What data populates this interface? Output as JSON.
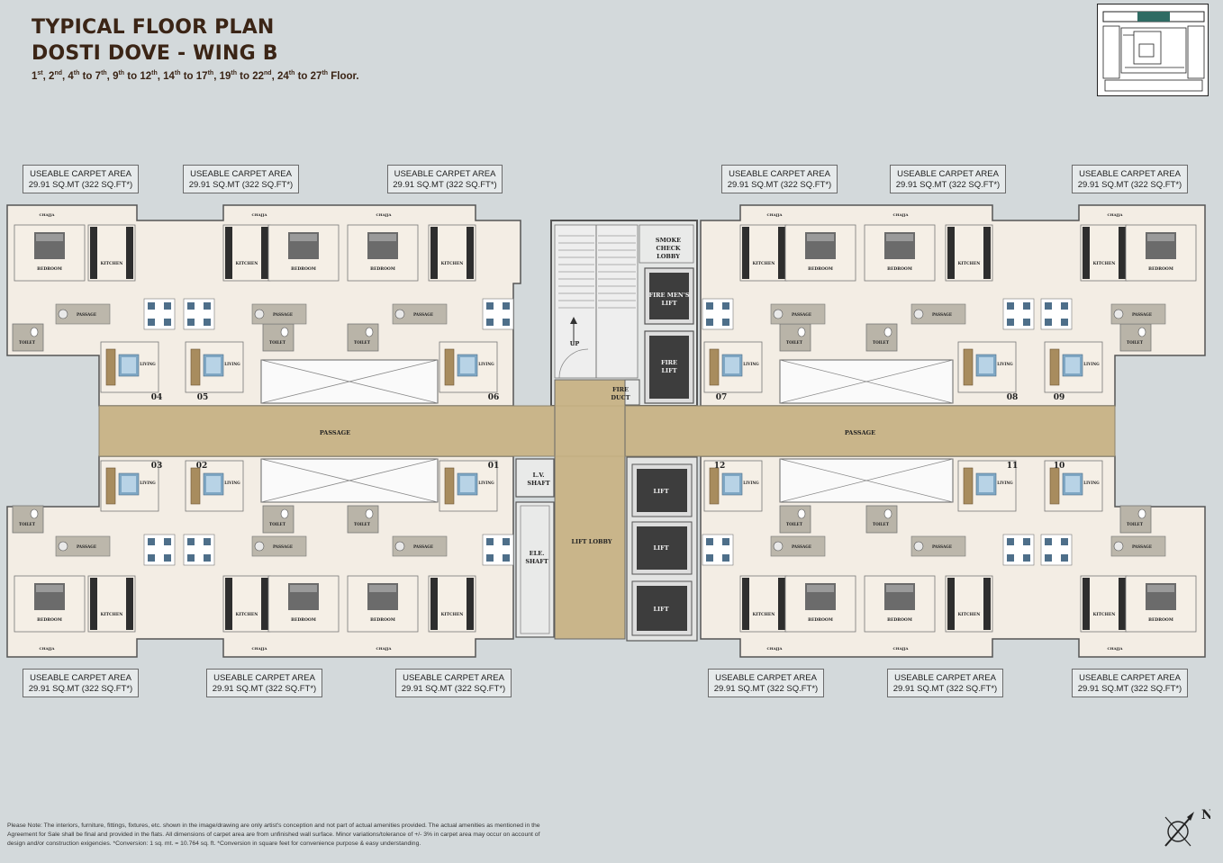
{
  "title": {
    "line1": "TYPICAL FLOOR PLAN",
    "line2": "DOSTI DOVE - WING B"
  },
  "floors": {
    "parts": [
      {
        "n": "1",
        "sup": "st",
        "sep": ", "
      },
      {
        "n": "2",
        "sup": "nd",
        "sep": ", "
      },
      {
        "n": "4",
        "sup": "th",
        "sep": " to "
      },
      {
        "n": "7",
        "sup": "th",
        "sep": ", "
      },
      {
        "n": "9",
        "sup": "th",
        "sep": " to "
      },
      {
        "n": "12",
        "sup": "th",
        "sep": ", "
      },
      {
        "n": "14",
        "sup": "th",
        "sep": " to "
      },
      {
        "n": "17",
        "sup": "th",
        "sep": ", "
      },
      {
        "n": "19",
        "sup": "th",
        "sep": " to "
      },
      {
        "n": "22",
        "sup": "nd",
        "sep": ", "
      },
      {
        "n": "24",
        "sup": "th",
        "sep": " to "
      },
      {
        "n": "27",
        "sup": "th",
        "sep": " Floor."
      }
    ]
  },
  "area_labels": [
    {
      "l1": "USEABLE CARPET AREA",
      "l2": "29.91 SQ.MT (322 SQ.FT*)"
    },
    {
      "l1": "USEABLE CARPET AREA",
      "l2": "29.91 SQ.MT (322 SQ.FT*)"
    },
    {
      "l1": "USEABLE CARPET AREA",
      "l2": "29.91 SQ.MT (322 SQ.FT*)"
    },
    {
      "l1": "USEABLE CARPET AREA",
      "l2": "29.91 SQ.MT (322 SQ.FT*)"
    },
    {
      "l1": "USEABLE CARPET AREA",
      "l2": "29.91 SQ.MT (322 SQ.FT*)"
    },
    {
      "l1": "USEABLE CARPET AREA",
      "l2": "29.91 SQ.MT (322 SQ.FT*)"
    },
    {
      "l1": "USEABLE CARPET AREA",
      "l2": "29.91 SQ.MT (322 SQ.FT*)"
    },
    {
      "l1": "USEABLE CARPET AREA",
      "l2": "29.91 SQ.MT (322 SQ.FT*)"
    },
    {
      "l1": "USEABLE CARPET AREA",
      "l2": "29.91 SQ.MT (322 SQ.FT*)"
    },
    {
      "l1": "USEABLE CARPET AREA",
      "l2": "29.91 SQ.MT (322 SQ.FT*)"
    },
    {
      "l1": "USEABLE CARPET AREA",
      "l2": "29.91 SQ.MT (322 SQ.FT*)"
    },
    {
      "l1": "USEABLE CARPET AREA",
      "l2": "29.91 SQ.MT (322 SQ.FT*)"
    }
  ],
  "flats": [
    "04",
    "05",
    "06",
    "07",
    "08",
    "09",
    "03",
    "02",
    "01",
    "12",
    "11",
    "10"
  ],
  "core": {
    "smoke_check_lobby": [
      "SMOKE",
      "CHECK",
      "LOBBY"
    ],
    "fire_mens_lift": [
      "FIRE MEN'S",
      "LIFT"
    ],
    "fire_lift": [
      "FIRE",
      "LIFT"
    ],
    "fire_duct": [
      "FIRE",
      "DUCT"
    ],
    "up": "UP",
    "lv_shaft": [
      "L.V.",
      "SHAFT"
    ],
    "ele_shaft": [
      "ELE.",
      "SHAFT"
    ],
    "lift_lobby": "LIFT LOBBY",
    "lift": "LIFT",
    "passage": "PASSAGE"
  },
  "rooms": {
    "kitchen": "KITCHEN",
    "bedroom": "BEDROOM",
    "toilet": "TOILET",
    "living": "LIVING",
    "passage": "PASSAGE",
    "chajja": "CHAJJA"
  },
  "note": "Please Note: The interiors, furniture, fittings, fixtures, etc. shown in the image/drawing are only artist's conception and not part of actual amenities provided. The actual amenities as mentioned in the Agreement for Sale shall be final and provided in the flats. All dimensions of carpet area are from unfinished wall surface. Minor variations/tolerance of +/- 3% in carpet area may occur on account of design and/or construction exigencies. *Conversion: 1 sq. mt. = 10.764 sq. ft. *Conversion in square feet for convenience purpose & easy understanding.",
  "compass_label": "N"
}
